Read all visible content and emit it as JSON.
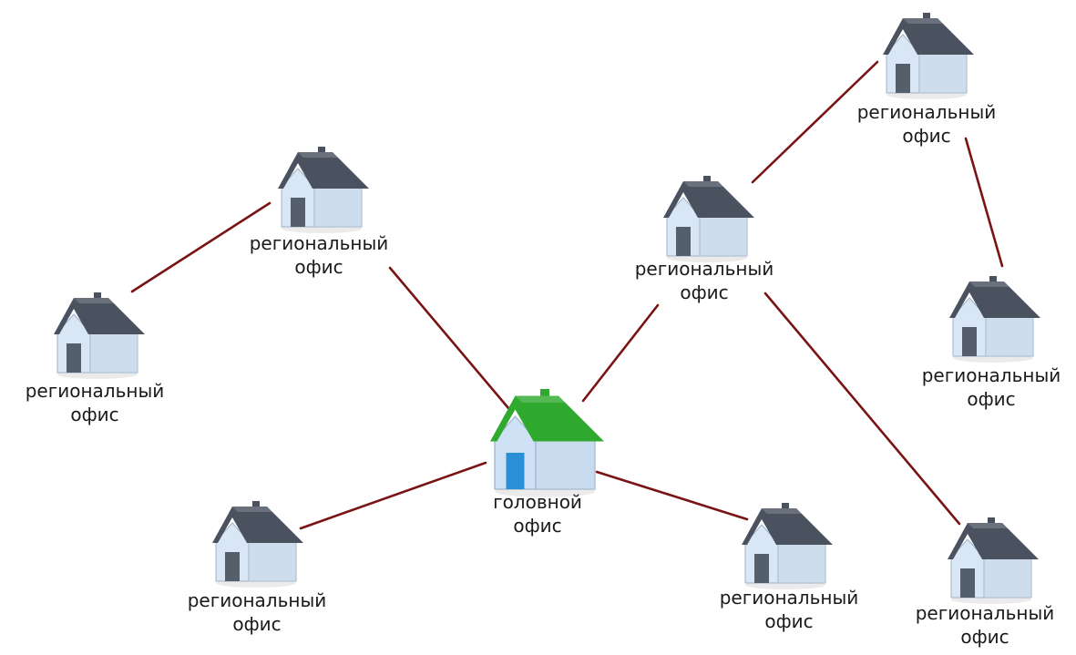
{
  "colors": {
    "link": "#7a1414",
    "regional_roof": "#4a5260",
    "regional_wall": "#d9e6f5",
    "regional_door": "#555f6c",
    "head_roof": "#2faa2f",
    "head_wall": "#cfe2f5",
    "head_door": "#2b8fd6"
  },
  "icons": {
    "regional": "house-icon",
    "head": "green-house-icon"
  },
  "nodes": [
    {
      "id": "head",
      "type": "head",
      "line1": "головной",
      "line2": "офис"
    },
    {
      "id": "r1",
      "type": "regional",
      "line1": "региональный",
      "line2": "офис"
    },
    {
      "id": "r2",
      "type": "regional",
      "line1": "региональный",
      "line2": "офис"
    },
    {
      "id": "r3",
      "type": "regional",
      "line1": "региональный",
      "line2": "офис"
    },
    {
      "id": "r4",
      "type": "regional",
      "line1": "региональный",
      "line2": "офис"
    },
    {
      "id": "r5",
      "type": "regional",
      "line1": "региональный",
      "line2": "офис"
    },
    {
      "id": "r6",
      "type": "regional",
      "line1": "региональный",
      "line2": "офис"
    },
    {
      "id": "r7",
      "type": "regional",
      "line1": "региональный",
      "line2": "офис"
    },
    {
      "id": "r8",
      "type": "regional",
      "line1": "региональный",
      "line2": "офис"
    }
  ],
  "edges": [
    [
      "head",
      "r1"
    ],
    [
      "head",
      "r3"
    ],
    [
      "head",
      "r6"
    ],
    [
      "head",
      "r7"
    ],
    [
      "r1",
      "r2"
    ],
    [
      "r3",
      "r4"
    ],
    [
      "r4",
      "r5"
    ],
    [
      "r3",
      "r8"
    ]
  ]
}
